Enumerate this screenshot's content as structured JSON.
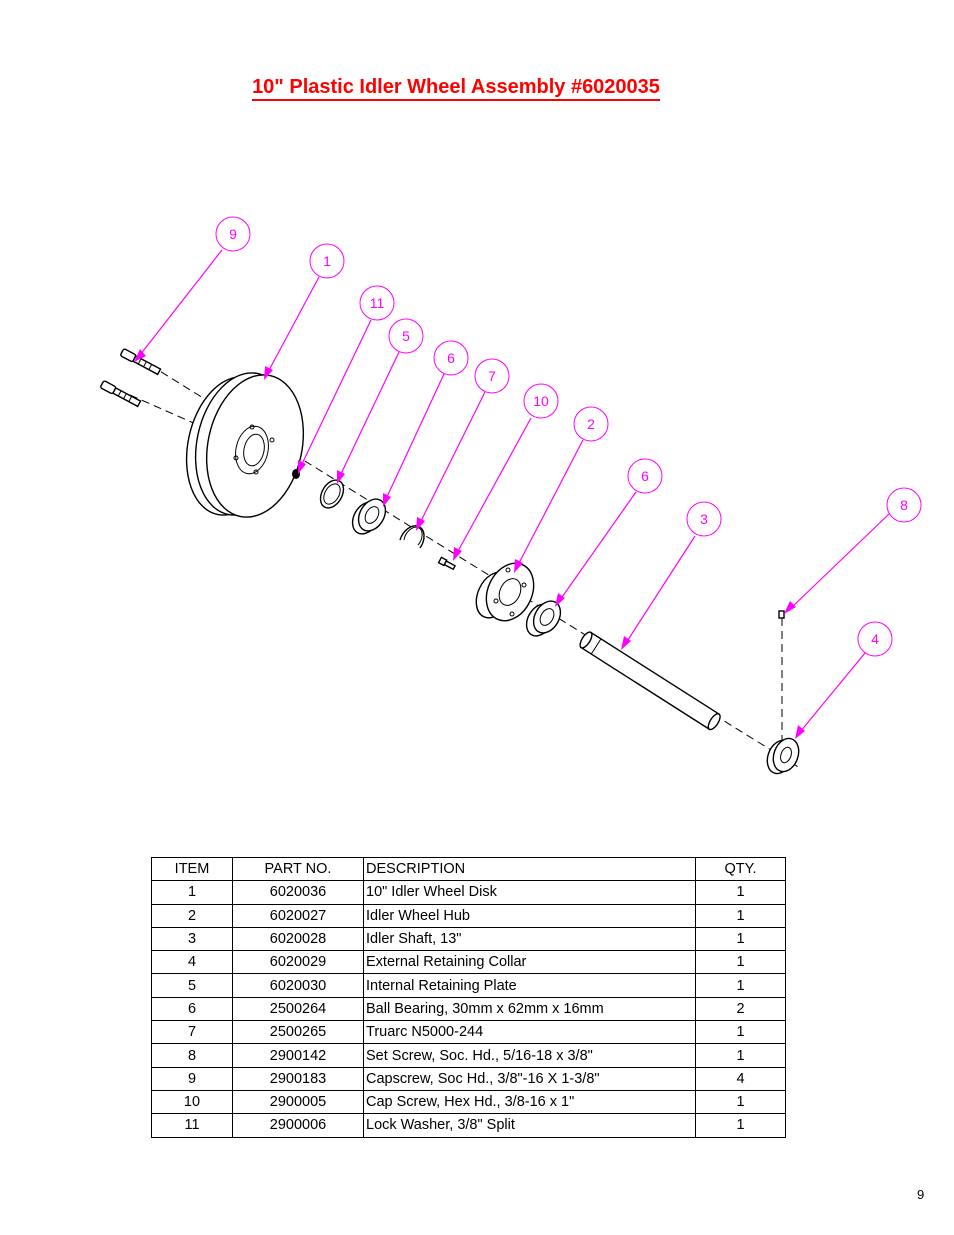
{
  "title": "10\" Plastic Idler Wheel Assembly #6020035",
  "callouts": [
    "9",
    "1",
    "11",
    "5",
    "6",
    "7",
    "10",
    "2",
    "6",
    "3",
    "8",
    "4"
  ],
  "table": {
    "headers": [
      "ITEM",
      "PART NO.",
      "DESCRIPTION",
      "QTY."
    ],
    "rows": [
      [
        "1",
        "6020036",
        "10\" Idler Wheel Disk",
        "1"
      ],
      [
        "2",
        "6020027",
        "Idler Wheel Hub",
        "1"
      ],
      [
        "3",
        "6020028",
        "Idler Shaft, 13\"",
        "1"
      ],
      [
        "4",
        "6020029",
        "External Retaining Collar",
        "1"
      ],
      [
        "5",
        "6020030",
        "Internal Retaining Plate",
        "1"
      ],
      [
        "6",
        "2500264",
        "Ball Bearing, 30mm x 62mm x 16mm",
        "2"
      ],
      [
        "7",
        "2500265",
        "Truarc N5000-244",
        "1"
      ],
      [
        "8",
        "2900142",
        "Set Screw, Soc. Hd., 5/16-18 x 3/8\"",
        "1"
      ],
      [
        "9",
        "2900183",
        "Capscrew, Soc Hd., 3/8\"-16 X 1-3/8\"",
        "4"
      ],
      [
        "10",
        "2900005",
        "Cap Screw, Hex Hd., 3/8-16 x 1\"",
        "1"
      ],
      [
        "11",
        "2900006",
        "Lock Washer, 3/8\" Split",
        "1"
      ]
    ]
  },
  "page_number": "9",
  "colors": {
    "title": "#ff0000",
    "callout": "#ff00ff"
  }
}
